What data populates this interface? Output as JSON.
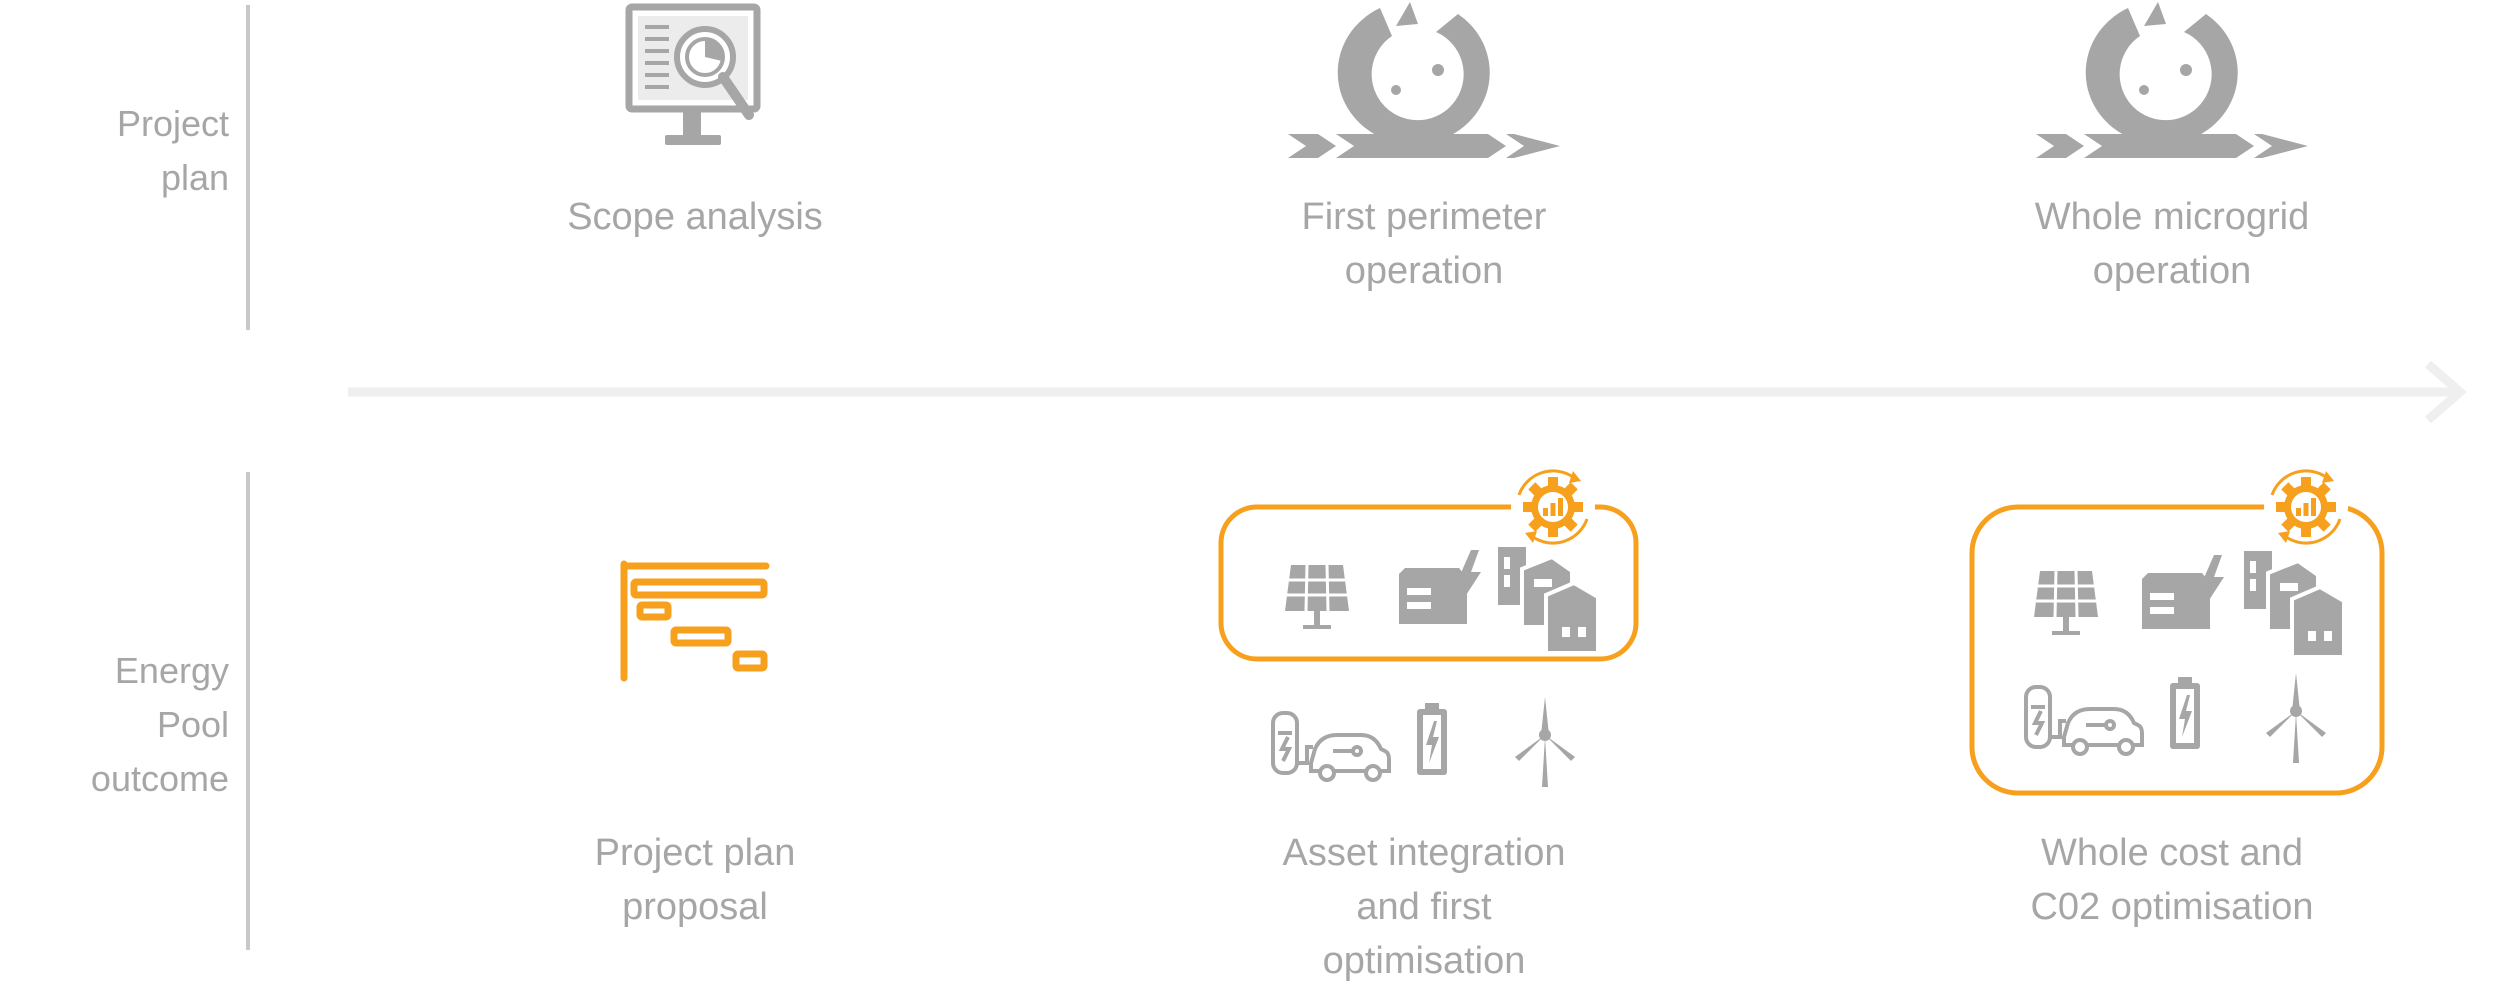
{
  "rows": {
    "project_plan_label": "Project\nplan",
    "energy_pool_label": "Energy\nPool\noutcome"
  },
  "phases": [
    {
      "plan_caption": "Scope analysis",
      "outcome_caption": "Project plan\nproposal"
    },
    {
      "plan_caption": "First perimeter\noperation",
      "outcome_caption": "Asset integration\nand first\noptimisation"
    },
    {
      "plan_caption": "Whole microgrid\noperation",
      "outcome_caption": "Whole cost and\nC02 optimisation"
    }
  ],
  "icons": {
    "scope": "scope-analysis-monitor-icon",
    "cycle": "gear-cycle-operation-icon",
    "gantt": "gantt-chart-icon",
    "solar": "solar-panel-icon",
    "engine": "electric-machine-icon",
    "buildings": "buildings-icon",
    "ev": "ev-charging-station-icon",
    "battery": "battery-icon",
    "wind": "wind-turbine-icon",
    "optim": "optimisation-gear-icon"
  },
  "colors": {
    "accent": "#f7a01d",
    "grey_icon": "#a6a6a6",
    "text": "#a6a6a6",
    "timeline": "#efefef"
  }
}
